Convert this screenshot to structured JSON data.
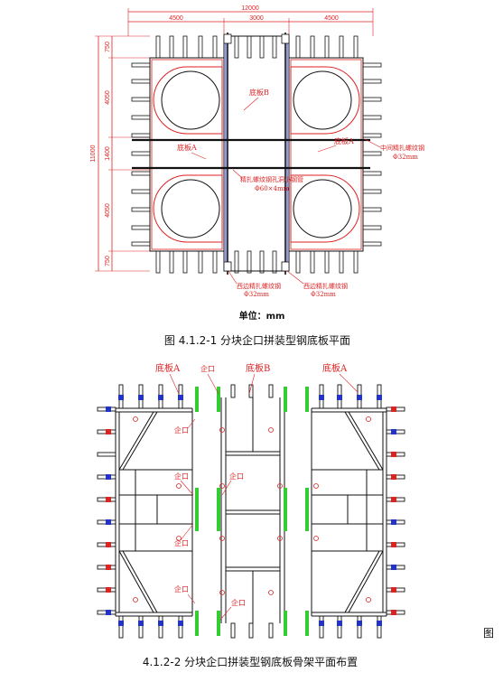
{
  "figure1": {
    "dims_top": {
      "total": "12000",
      "left": "4500",
      "middle": "3000",
      "right": "4500"
    },
    "dims_left": {
      "total": "11000",
      "seg1": "750",
      "seg2": "4050",
      "seg3": "1400",
      "seg4": "4050",
      "seg5": "750"
    },
    "labels": {
      "bottom_plate_b": "底板B",
      "bottom_plate_a_left": "底板A",
      "bottom_plate_a_right": "底板A",
      "middle_rod": "中间精扎螺纹钢",
      "middle_rod_spec": "Φ32mm",
      "hole_note": "精扎螺纹钢孔洞小钢管",
      "hole_spec": "Φ60×4mm",
      "left_rod": "西边精扎螺纹钢",
      "left_rod_spec": "Φ32mm",
      "right_rod": "西边精扎螺纹钢",
      "right_rod_spec": "Φ32mm"
    },
    "unit": "单位：mm",
    "caption": "图 4.1.2-1    分块企口拼装型钢底板平面"
  },
  "figure2": {
    "labels": {
      "plate_a_left": "底板A",
      "plate_b": "底板B",
      "plate_a_right": "底板A",
      "qikou": "企口"
    },
    "caption": "4.1.2-2    分块企口拼装型钢底板骨架平面布置",
    "side_char": "图"
  },
  "colors": {
    "frame": "#111111",
    "annotation": "#dd2222",
    "blue_bolt": "#2233cc",
    "green_joint": "#33cc33"
  }
}
